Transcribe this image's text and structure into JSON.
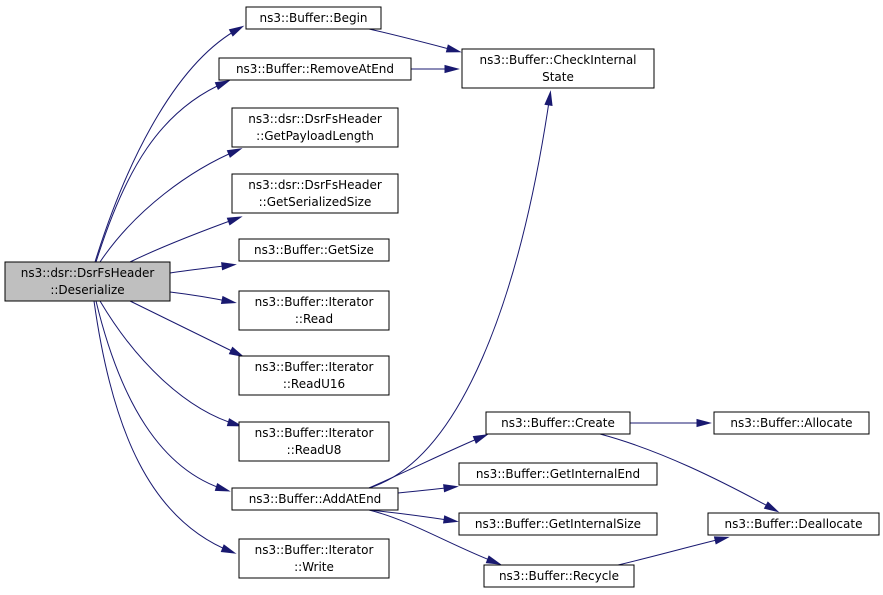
{
  "graph": {
    "nodes": [
      {
        "id": "deserialize",
        "lines": [
          "ns3::dsr::DsrFsHeader",
          "::Deserialize"
        ],
        "highlighted": true
      },
      {
        "id": "begin",
        "lines": [
          "ns3::Buffer::Begin"
        ]
      },
      {
        "id": "removeatend",
        "lines": [
          "ns3::Buffer::RemoveAtEnd"
        ]
      },
      {
        "id": "getpayloadlength",
        "lines": [
          "ns3::dsr::DsrFsHeader",
          "::GetPayloadLength"
        ]
      },
      {
        "id": "getserializedsize",
        "lines": [
          "ns3::dsr::DsrFsHeader",
          "::GetSerializedSize"
        ]
      },
      {
        "id": "getsize",
        "lines": [
          "ns3::Buffer::GetSize"
        ]
      },
      {
        "id": "read",
        "lines": [
          "ns3::Buffer::Iterator",
          "::Read"
        ]
      },
      {
        "id": "readu16",
        "lines": [
          "ns3::Buffer::Iterator",
          "::ReadU16"
        ]
      },
      {
        "id": "readu8",
        "lines": [
          "ns3::Buffer::Iterator",
          "::ReadU8"
        ]
      },
      {
        "id": "addatend",
        "lines": [
          "ns3::Buffer::AddAtEnd"
        ]
      },
      {
        "id": "write",
        "lines": [
          "ns3::Buffer::Iterator",
          "::Write"
        ]
      },
      {
        "id": "checkinternalstate",
        "lines": [
          "ns3::Buffer::CheckInternal",
          "State"
        ]
      },
      {
        "id": "create",
        "lines": [
          "ns3::Buffer::Create"
        ]
      },
      {
        "id": "getinternalend",
        "lines": [
          "ns3::Buffer::GetInternalEnd"
        ]
      },
      {
        "id": "getinternalsize",
        "lines": [
          "ns3::Buffer::GetInternalSize"
        ]
      },
      {
        "id": "recycle",
        "lines": [
          "ns3::Buffer::Recycle"
        ]
      },
      {
        "id": "allocate",
        "lines": [
          "ns3::Buffer::Allocate"
        ]
      },
      {
        "id": "deallocate",
        "lines": [
          "ns3::Buffer::Deallocate"
        ]
      }
    ],
    "edges": [
      {
        "from": "deserialize",
        "to": "begin"
      },
      {
        "from": "deserialize",
        "to": "removeatend"
      },
      {
        "from": "deserialize",
        "to": "getpayloadlength"
      },
      {
        "from": "deserialize",
        "to": "getserializedsize"
      },
      {
        "from": "deserialize",
        "to": "getsize"
      },
      {
        "from": "deserialize",
        "to": "read"
      },
      {
        "from": "deserialize",
        "to": "readu16"
      },
      {
        "from": "deserialize",
        "to": "readu8"
      },
      {
        "from": "deserialize",
        "to": "addatend"
      },
      {
        "from": "deserialize",
        "to": "write"
      },
      {
        "from": "begin",
        "to": "checkinternalstate"
      },
      {
        "from": "removeatend",
        "to": "checkinternalstate"
      },
      {
        "from": "addatend",
        "to": "checkinternalstate"
      },
      {
        "from": "addatend",
        "to": "create"
      },
      {
        "from": "addatend",
        "to": "getinternalend"
      },
      {
        "from": "addatend",
        "to": "getinternalsize"
      },
      {
        "from": "addatend",
        "to": "recycle"
      },
      {
        "from": "create",
        "to": "allocate"
      },
      {
        "from": "create",
        "to": "deallocate"
      },
      {
        "from": "recycle",
        "to": "deallocate"
      }
    ],
    "colors": {
      "edge": "#191970",
      "root_fill": "#bfbfbf",
      "node_fill": "#ffffff",
      "border": "#000000"
    }
  }
}
